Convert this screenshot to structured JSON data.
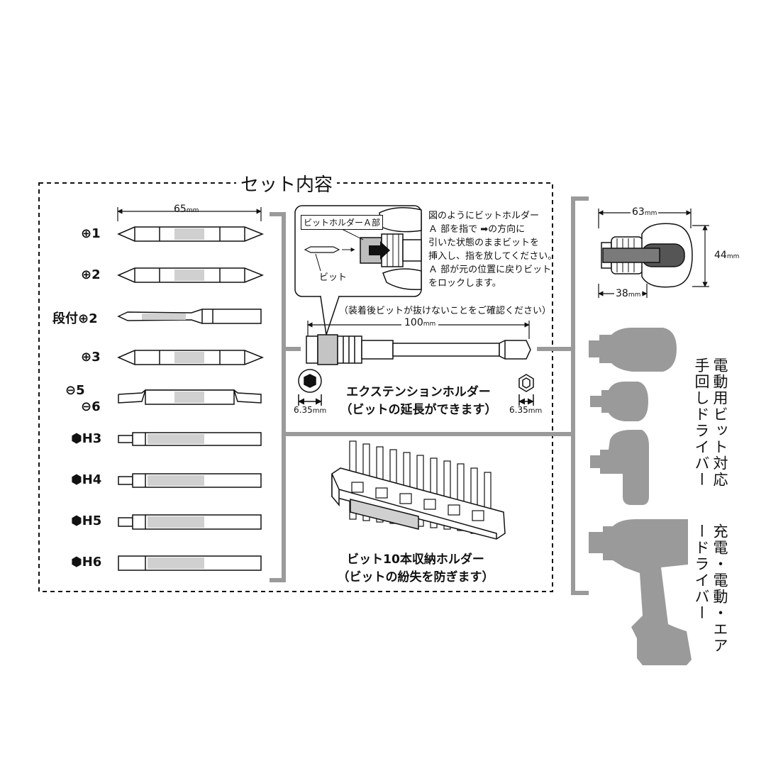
{
  "set_box": {
    "title": "セット内容"
  },
  "dimensions": {
    "bit_length": "65",
    "bit_length_unit": "mm",
    "holder_length": "100",
    "holder_length_unit": "mm",
    "socket_size_1": "6.35",
    "socket_size_1_unit": "mm",
    "socket_size_2": "6.35",
    "socket_size_2_unit": "mm",
    "driver_width": "63",
    "driver_width_unit": "mm",
    "driver_height": "44",
    "driver_height_unit": "mm",
    "driver_depth": "38",
    "driver_depth_unit": "mm"
  },
  "bits": [
    {
      "label": "⊕1"
    },
    {
      "label": "⊕2"
    },
    {
      "label": "段付⊕2"
    },
    {
      "label": "⊕3"
    },
    {
      "label": "⊖5"
    },
    {
      "label": "⊖6"
    },
    {
      "label": "H3",
      "icon": "hexagon-icon"
    },
    {
      "label": "H4",
      "icon": "hexagon-icon"
    },
    {
      "label": "H5",
      "icon": "hexagon-icon"
    },
    {
      "label": "H6",
      "icon": "hexagon-icon"
    }
  ],
  "inset": {
    "holder_part_label": "ビットホルダーＡ部",
    "bit_label": "ビット",
    "instructions": [
      "図のようにビットホルダー",
      "Ａ 部を指で ➡の方向に",
      "引いた状態のままビットを",
      "挿入し、指を放してください。",
      "Ａ 部が元の位置に戻りビット",
      "をロックします。"
    ],
    "caution": "（装着後ビットが抜けないことをご確認ください）"
  },
  "extension_holder": {
    "name": "エクステンションホルダー",
    "description": "（ビットの延長ができます）"
  },
  "storage_holder": {
    "name": "ビット10本収納ホルダー",
    "description": "（ビットの紛失を防ぎます）"
  },
  "compatibility": {
    "manual_label": "電動用ビット対応手回しドライバー",
    "power_label": "充電・電動・エアードライバー"
  },
  "colors": {
    "line": "#111111",
    "accent_gray": "#9a9a9a",
    "fill_gray": "#d0d0d0"
  }
}
